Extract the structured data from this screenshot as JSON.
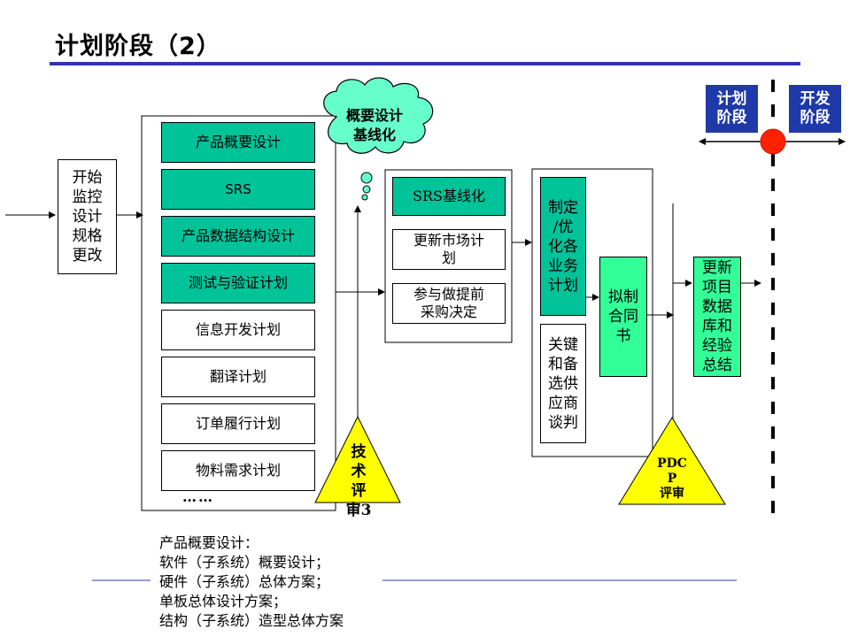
{
  "title": "计划阶段（2）",
  "cloud_label": "概要设计\n基线化",
  "start_box": "开始\n监控\n设计\n规格\n更改",
  "plan_items": [
    {
      "label": "产品概要设计",
      "highlight": true
    },
    {
      "label": "SRS",
      "highlight": true
    },
    {
      "label": "产品数据结构设计",
      "highlight": true
    },
    {
      "label": "测试与验证计划",
      "highlight": true
    },
    {
      "label": "信息开发计划",
      "highlight": false
    },
    {
      "label": "翻译计划",
      "highlight": false
    },
    {
      "label": "订单履行计划",
      "highlight": false
    },
    {
      "label": "物料需求计划",
      "highlight": false
    }
  ],
  "ellipsis": "……",
  "tech_review": "技\n术\n评\n审3",
  "srs_group": {
    "baseline": "SRS基线化",
    "market_plan": "更新市场计\n划",
    "procurement": "参与做提前\n采购决定"
  },
  "optimize_plan": "制定\n/优\n化各\n业务\n计划",
  "key_negotiation": "关键\n和备\n选供\n应商\n谈判",
  "contract": "拟制\n合同\n书",
  "pdcp_review": "PDC\nP\n评审",
  "update_db": "更新\n项目\n数据\n库和\n经验\n总结",
  "phase_left": "计划\n阶段",
  "phase_right": "开发\n阶段",
  "bottom_note": "产品概要设计：\n软件（子系统）概要设计；\n硬件（子系统）总体方案；\n单板总体设计方案；\n结构（子系统）造型总体方案",
  "colors": {
    "title_rule": "#3333aa",
    "green": "#00c39a",
    "light_green": "#33ff99",
    "cloud": "#66ffcc",
    "triangle": "#ffff00",
    "phase_tag": "#1f39a8",
    "marker": "#ff2200"
  }
}
